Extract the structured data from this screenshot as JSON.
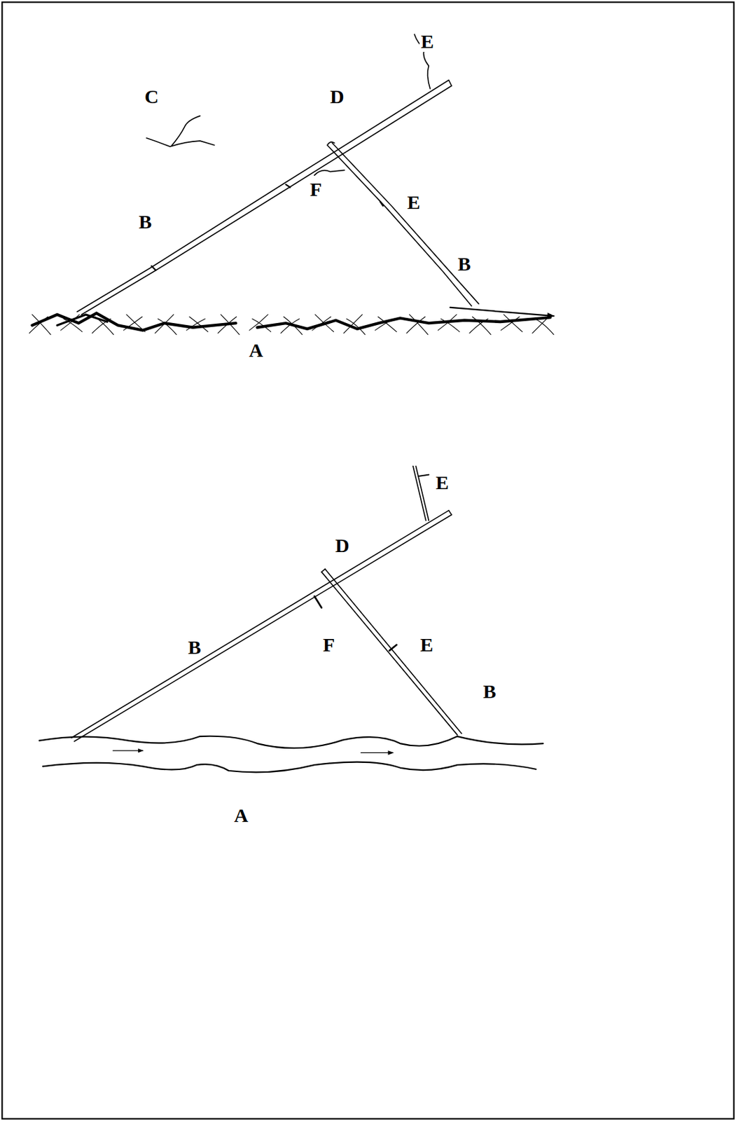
{
  "diagram": {
    "labels": [
      "E",
      "C",
      "D",
      "F",
      "E",
      "B",
      "B",
      "A",
      "E",
      "D",
      "B",
      "F",
      "E",
      "B",
      "A"
    ]
  }
}
